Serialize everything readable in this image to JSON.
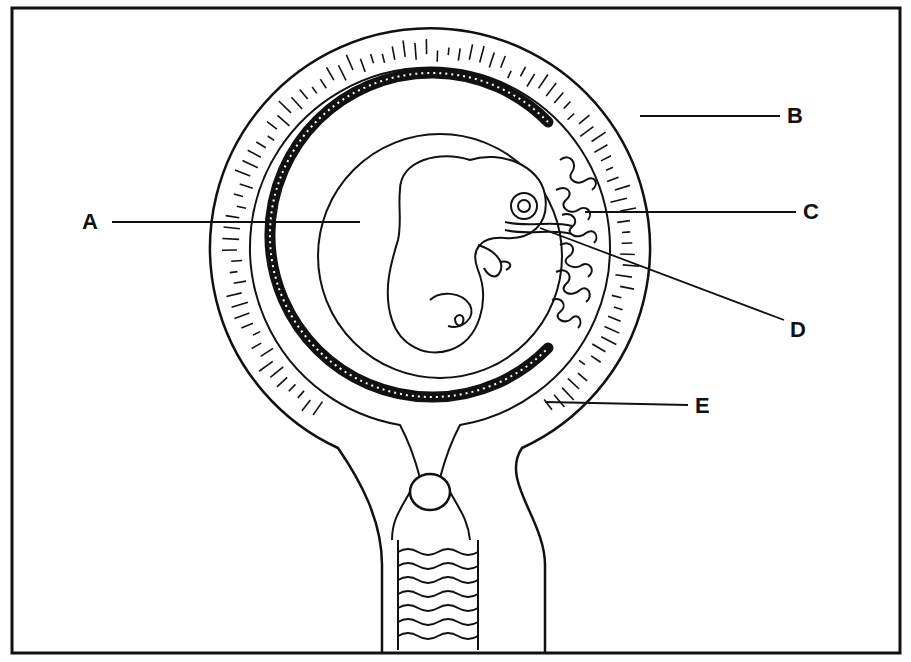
{
  "diagram": {
    "labels": [
      "A",
      "B",
      "C",
      "D",
      "E"
    ]
  }
}
